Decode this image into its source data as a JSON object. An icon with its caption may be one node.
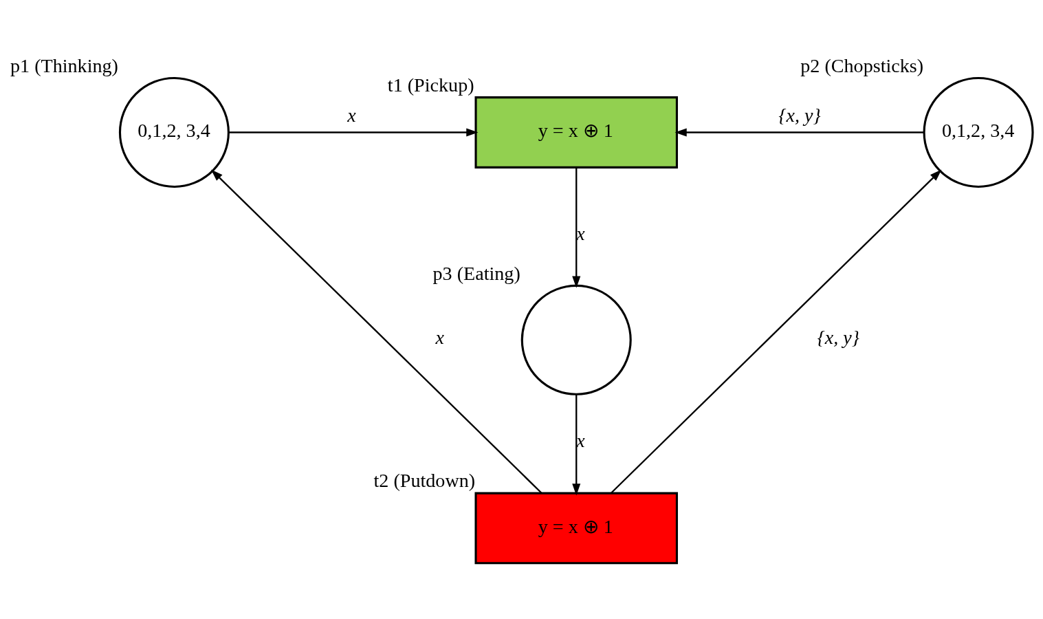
{
  "diagram": {
    "nodes": [
      {
        "text": [
          "0,1,2, 3,4"
        ],
        "beside": [
          "p1 (Thinking)"
        ]
      },
      {
        "text": [
          "y = x ⊕ 1"
        ],
        "beside": [
          "t1 (Pickup)"
        ]
      },
      {
        "text": [
          "0,1,2, 3,4"
        ],
        "beside": [
          "p2 (Chopsticks)"
        ]
      },
      {
        "text": [],
        "shape": "circle",
        "beside": [
          "p3 (Eating)"
        ]
      },
      {
        "text": [
          "y = x ⊕ 1"
        ],
        "beside": [
          "t2 (Putdown)"
        ]
      }
    ],
    "edges": [
      {
        "from": 0,
        "to": 1,
        "arrow": "to",
        "label": "x"
      },
      {
        "from": 2,
        "to": 1,
        "arrow": "to",
        "label": "{x, y}"
      },
      {
        "from": 1,
        "to": 3,
        "arrow": "to",
        "label": "x"
      },
      {
        "from": 3,
        "to": 4,
        "arrow": "to",
        "label": "x"
      },
      {
        "from": 4,
        "to": 0,
        "arrow": "to",
        "label": "x"
      },
      {
        "from": 4,
        "to": 2,
        "arrow": "to",
        "label": "{x, y}"
      }
    ]
  }
}
